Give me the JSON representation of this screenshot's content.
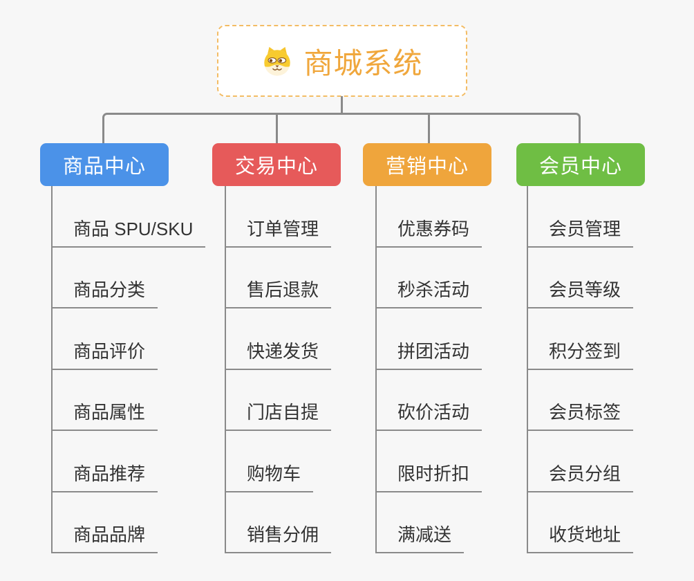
{
  "root": {
    "title": "商城系统",
    "icon": "dog-face-icon"
  },
  "branches": [
    {
      "label": "商品中心",
      "color": "#4b92e8",
      "children": [
        "商品 SPU/SKU",
        "商品分类",
        "商品评价",
        "商品属性",
        "商品推荐",
        "商品品牌"
      ]
    },
    {
      "label": "交易中心",
      "color": "#e65a5a",
      "children": [
        "订单管理",
        "售后退款",
        "快递发货",
        "门店自提",
        "购物车",
        "销售分佣"
      ]
    },
    {
      "label": "营销中心",
      "color": "#efa53c",
      "children": [
        "优惠券码",
        "秒杀活动",
        "拼团活动",
        "砍价活动",
        "限时折扣",
        "满减送"
      ]
    },
    {
      "label": "会员中心",
      "color": "#6fbe44",
      "children": [
        "会员管理",
        "会员等级",
        "积分签到",
        "会员标签",
        "会员分组",
        "收货地址"
      ]
    }
  ],
  "colors": {
    "background": "#f7f7f7",
    "connector": "#8a8a8a",
    "root_text": "#f0a73c",
    "root_border": "#f3bc64",
    "item_text": "#333333"
  }
}
